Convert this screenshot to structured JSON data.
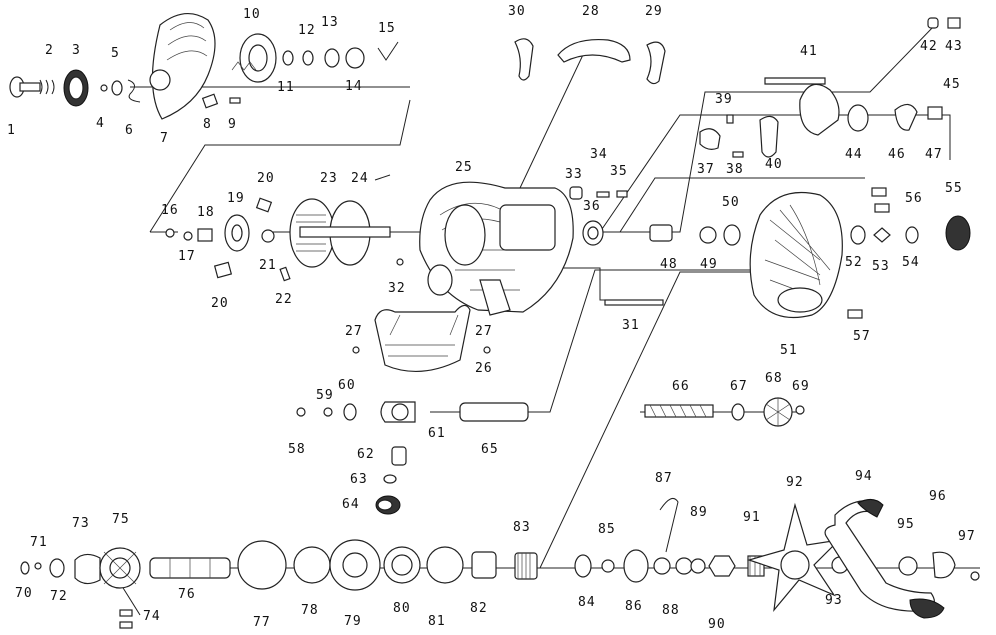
{
  "callouts": [
    {
      "n": "1"
    },
    {
      "n": "2"
    },
    {
      "n": "3"
    },
    {
      "n": "4"
    },
    {
      "n": "5"
    },
    {
      "n": "6"
    },
    {
      "n": "7"
    },
    {
      "n": "8"
    },
    {
      "n": "9"
    },
    {
      "n": "10"
    },
    {
      "n": "11"
    },
    {
      "n": "12"
    },
    {
      "n": "13"
    },
    {
      "n": "14"
    },
    {
      "n": "15"
    },
    {
      "n": "16"
    },
    {
      "n": "17"
    },
    {
      "n": "18"
    },
    {
      "n": "19"
    },
    {
      "n": "20"
    },
    {
      "n": "20"
    },
    {
      "n": "21"
    },
    {
      "n": "22"
    },
    {
      "n": "23"
    },
    {
      "n": "24"
    },
    {
      "n": "25"
    },
    {
      "n": "26"
    },
    {
      "n": "27"
    },
    {
      "n": "27"
    },
    {
      "n": "28"
    },
    {
      "n": "29"
    },
    {
      "n": "30"
    },
    {
      "n": "31"
    },
    {
      "n": "32"
    },
    {
      "n": "33"
    },
    {
      "n": "34"
    },
    {
      "n": "35"
    },
    {
      "n": "36"
    },
    {
      "n": "37"
    },
    {
      "n": "38"
    },
    {
      "n": "39"
    },
    {
      "n": "40"
    },
    {
      "n": "41"
    },
    {
      "n": "42"
    },
    {
      "n": "43"
    },
    {
      "n": "44"
    },
    {
      "n": "45"
    },
    {
      "n": "46"
    },
    {
      "n": "47"
    },
    {
      "n": "48"
    },
    {
      "n": "49"
    },
    {
      "n": "50"
    },
    {
      "n": "51"
    },
    {
      "n": "52"
    },
    {
      "n": "53"
    },
    {
      "n": "54"
    },
    {
      "n": "55"
    },
    {
      "n": "56"
    },
    {
      "n": "57"
    },
    {
      "n": "58"
    },
    {
      "n": "59"
    },
    {
      "n": "60"
    },
    {
      "n": "61"
    },
    {
      "n": "62"
    },
    {
      "n": "63"
    },
    {
      "n": "64"
    },
    {
      "n": "65"
    },
    {
      "n": "66"
    },
    {
      "n": "67"
    },
    {
      "n": "68"
    },
    {
      "n": "69"
    },
    {
      "n": "70"
    },
    {
      "n": "71"
    },
    {
      "n": "72"
    },
    {
      "n": "73"
    },
    {
      "n": "74"
    },
    {
      "n": "75"
    },
    {
      "n": "76"
    },
    {
      "n": "77"
    },
    {
      "n": "78"
    },
    {
      "n": "79"
    },
    {
      "n": "80"
    },
    {
      "n": "81"
    },
    {
      "n": "82"
    },
    {
      "n": "83"
    },
    {
      "n": "84"
    },
    {
      "n": "85"
    },
    {
      "n": "86"
    },
    {
      "n": "87"
    },
    {
      "n": "88"
    },
    {
      "n": "89"
    },
    {
      "n": "90"
    },
    {
      "n": "91"
    },
    {
      "n": "92"
    },
    {
      "n": "93"
    },
    {
      "n": "94"
    },
    {
      "n": "95"
    },
    {
      "n": "96"
    },
    {
      "n": "97"
    }
  ]
}
